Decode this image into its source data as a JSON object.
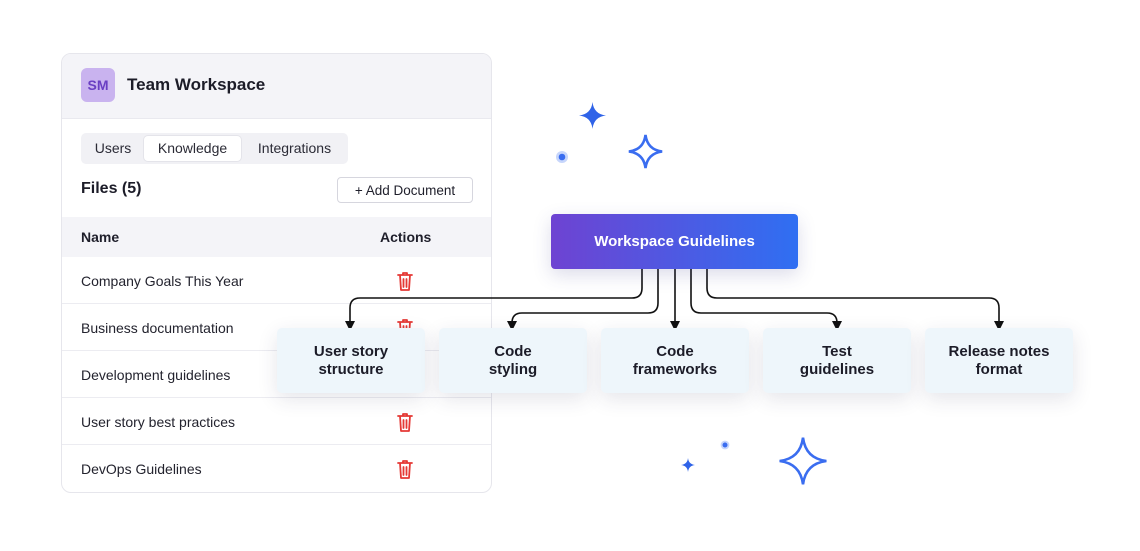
{
  "workspace": {
    "avatar_initials": "SM",
    "title": "Team Workspace",
    "tabs": [
      {
        "label": "Users",
        "active": false
      },
      {
        "label": "Knowledge",
        "active": true
      },
      {
        "label": "Integrations",
        "active": false
      }
    ],
    "files_title": "Files (5)",
    "add_document_label": "+ Add Document",
    "table": {
      "columns": [
        "Name",
        "Actions"
      ],
      "rows": [
        {
          "name": "Company Goals This Year",
          "action_icon": "trash-icon"
        },
        {
          "name": "Business documentation",
          "action_icon": "trash-icon"
        },
        {
          "name": "Development guidelines",
          "action_icon": "trash-icon"
        },
        {
          "name": "User story best practices",
          "action_icon": "trash-icon"
        },
        {
          "name": "DevOps Guidelines",
          "action_icon": "trash-icon"
        }
      ]
    }
  },
  "diagram": {
    "root": "Workspace Guidelines",
    "children": [
      "User story\nstructure",
      "Code\nstyling",
      "Code\nframeworks",
      "Test\nguidelines",
      "Release notes\nformat"
    ]
  },
  "colors": {
    "avatar_bg": "#c9b3ef",
    "avatar_text": "#6a3fc3",
    "root_gradient_start": "#6e43d2",
    "root_gradient_end": "#2f6ff2",
    "trash_icon": "#e53935",
    "child_bg": "#eef6fb",
    "sparkle": "#3a6df0"
  }
}
